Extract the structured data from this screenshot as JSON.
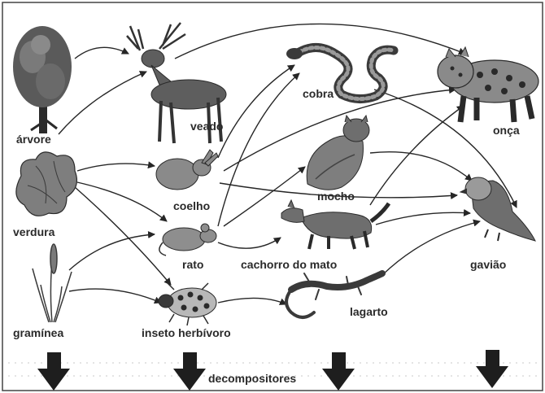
{
  "organisms": {
    "arvore": "árvore",
    "veado": "veado",
    "cobra": "cobra",
    "onca": "onça",
    "verdura": "verdura",
    "coelho": "coelho",
    "mocho": "mocho",
    "rato": "rato",
    "cachorro_do_mato": "cachorro do mato",
    "gaviao": "gavião",
    "graminea": "gramínea",
    "inseto_herbivoro": "inseto herbívoro",
    "lagarto": "lagarto"
  },
  "decomposers": "decompositores",
  "colors": {
    "ink": "#1f1f1f",
    "arrow": "#262626",
    "dots": "#c8c8c8"
  }
}
